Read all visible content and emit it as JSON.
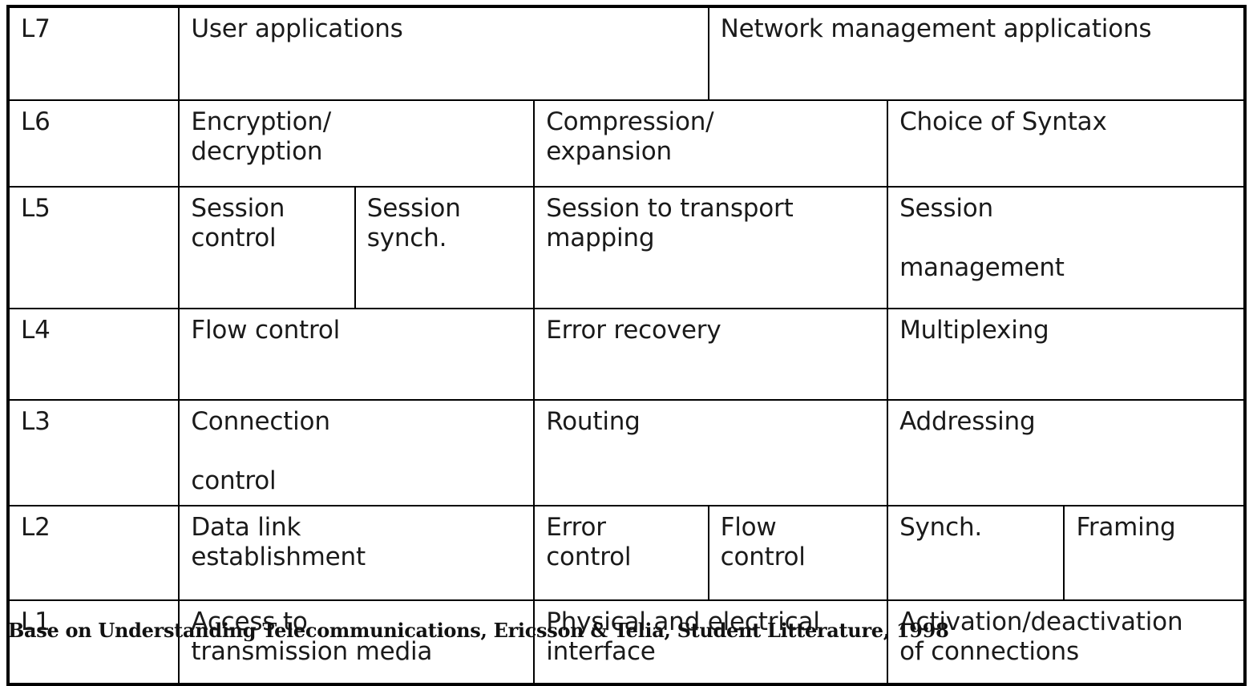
{
  "table": {
    "rows": [
      {
        "layer": "L7",
        "cells": [
          {
            "text": "User applications",
            "span": 3
          },
          {
            "text": "Network management applications",
            "span": 3
          }
        ]
      },
      {
        "layer": "L6",
        "cells": [
          {
            "text": "Encryption/\ndecryption",
            "span": 2
          },
          {
            "text": "Compression/\nexpansion",
            "span": 2
          },
          {
            "text": "Choice of Syntax",
            "span": 2
          }
        ]
      },
      {
        "layer": "L5",
        "cells": [
          {
            "text": "Session\ncontrol",
            "span": 1
          },
          {
            "text": "Session\nsynch.",
            "span": 1
          },
          {
            "text": "Session to transport\nmapping",
            "span": 2
          },
          {
            "text": "Session\n\nmanagement",
            "span": 2
          }
        ]
      },
      {
        "layer": "L4",
        "cells": [
          {
            "text": "Flow control",
            "span": 2
          },
          {
            "text": "Error recovery",
            "span": 2
          },
          {
            "text": "Multiplexing",
            "span": 2
          }
        ]
      },
      {
        "layer": "L3",
        "cells": [
          {
            "text": "Connection\n\ncontrol",
            "span": 2
          },
          {
            "text": "Routing",
            "span": 2
          },
          {
            "text": "Addressing",
            "span": 2
          }
        ]
      },
      {
        "layer": "L2",
        "cells": [
          {
            "text": "Data link\nestablishment",
            "span": 2
          },
          {
            "text": "Error\ncontrol",
            "span": 1
          },
          {
            "text": "Flow\ncontrol",
            "span": 1
          },
          {
            "text": "Synch.",
            "span": 1
          },
          {
            "text": "Framing",
            "span": 1
          }
        ]
      },
      {
        "layer": "L1",
        "cells": [
          {
            "text": "Access to\ntransmission media",
            "span": 2
          },
          {
            "text": "Physical and electrical\ninterface",
            "span": 2
          },
          {
            "text": "Activation/deactivation\nof connections",
            "span": 2
          }
        ]
      }
    ]
  },
  "caption": {
    "text": "Base on Understanding Telecommunications, Ericsson & Telia, Student Litterature, 1998"
  },
  "colors": {
    "layer_column_fill": "#ccccf9",
    "border": "#000000",
    "text": "#1a1a1a",
    "background": "#ffffff"
  }
}
